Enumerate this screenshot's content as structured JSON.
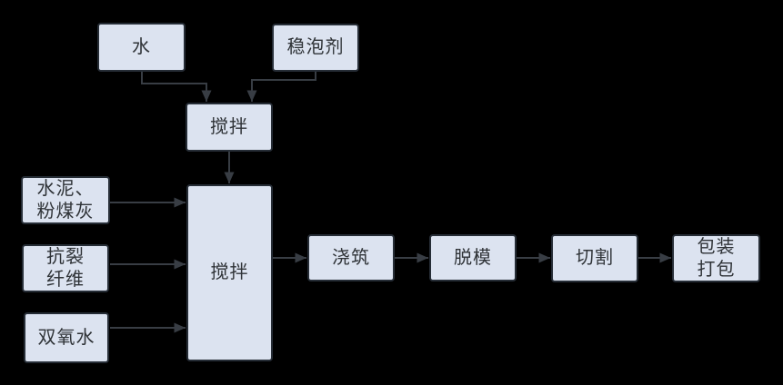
{
  "diagram": {
    "type": "flowchart",
    "colors": {
      "background": "#000000",
      "node_fill": "#dce3f0",
      "node_border": "#262d36",
      "arrow": "#383d44",
      "text": "#2f3337"
    },
    "nodes": {
      "water": {
        "label": "水"
      },
      "foam_stabilizer": {
        "label": "稳泡剂"
      },
      "mix_pre": {
        "label": "搅拌"
      },
      "cement_fly_ash": {
        "label": "水泥、\n粉煤灰"
      },
      "anti_crack_fiber": {
        "label": "抗裂\n纤维"
      },
      "hydrogen_peroxide": {
        "label": "双氧水"
      },
      "mix_main": {
        "label": "搅拌"
      },
      "pour": {
        "label": "浇筑"
      },
      "demold": {
        "label": "脱模"
      },
      "cut": {
        "label": "切割"
      },
      "pack": {
        "label": "包装\n打包"
      }
    },
    "edges": [
      {
        "from": "water",
        "to": "mix_pre"
      },
      {
        "from": "foam_stabilizer",
        "to": "mix_pre"
      },
      {
        "from": "mix_pre",
        "to": "mix_main"
      },
      {
        "from": "cement_fly_ash",
        "to": "mix_main"
      },
      {
        "from": "anti_crack_fiber",
        "to": "mix_main"
      },
      {
        "from": "hydrogen_peroxide",
        "to": "mix_main"
      },
      {
        "from": "mix_main",
        "to": "pour"
      },
      {
        "from": "pour",
        "to": "demold"
      },
      {
        "from": "demold",
        "to": "cut"
      },
      {
        "from": "cut",
        "to": "pack"
      }
    ]
  }
}
